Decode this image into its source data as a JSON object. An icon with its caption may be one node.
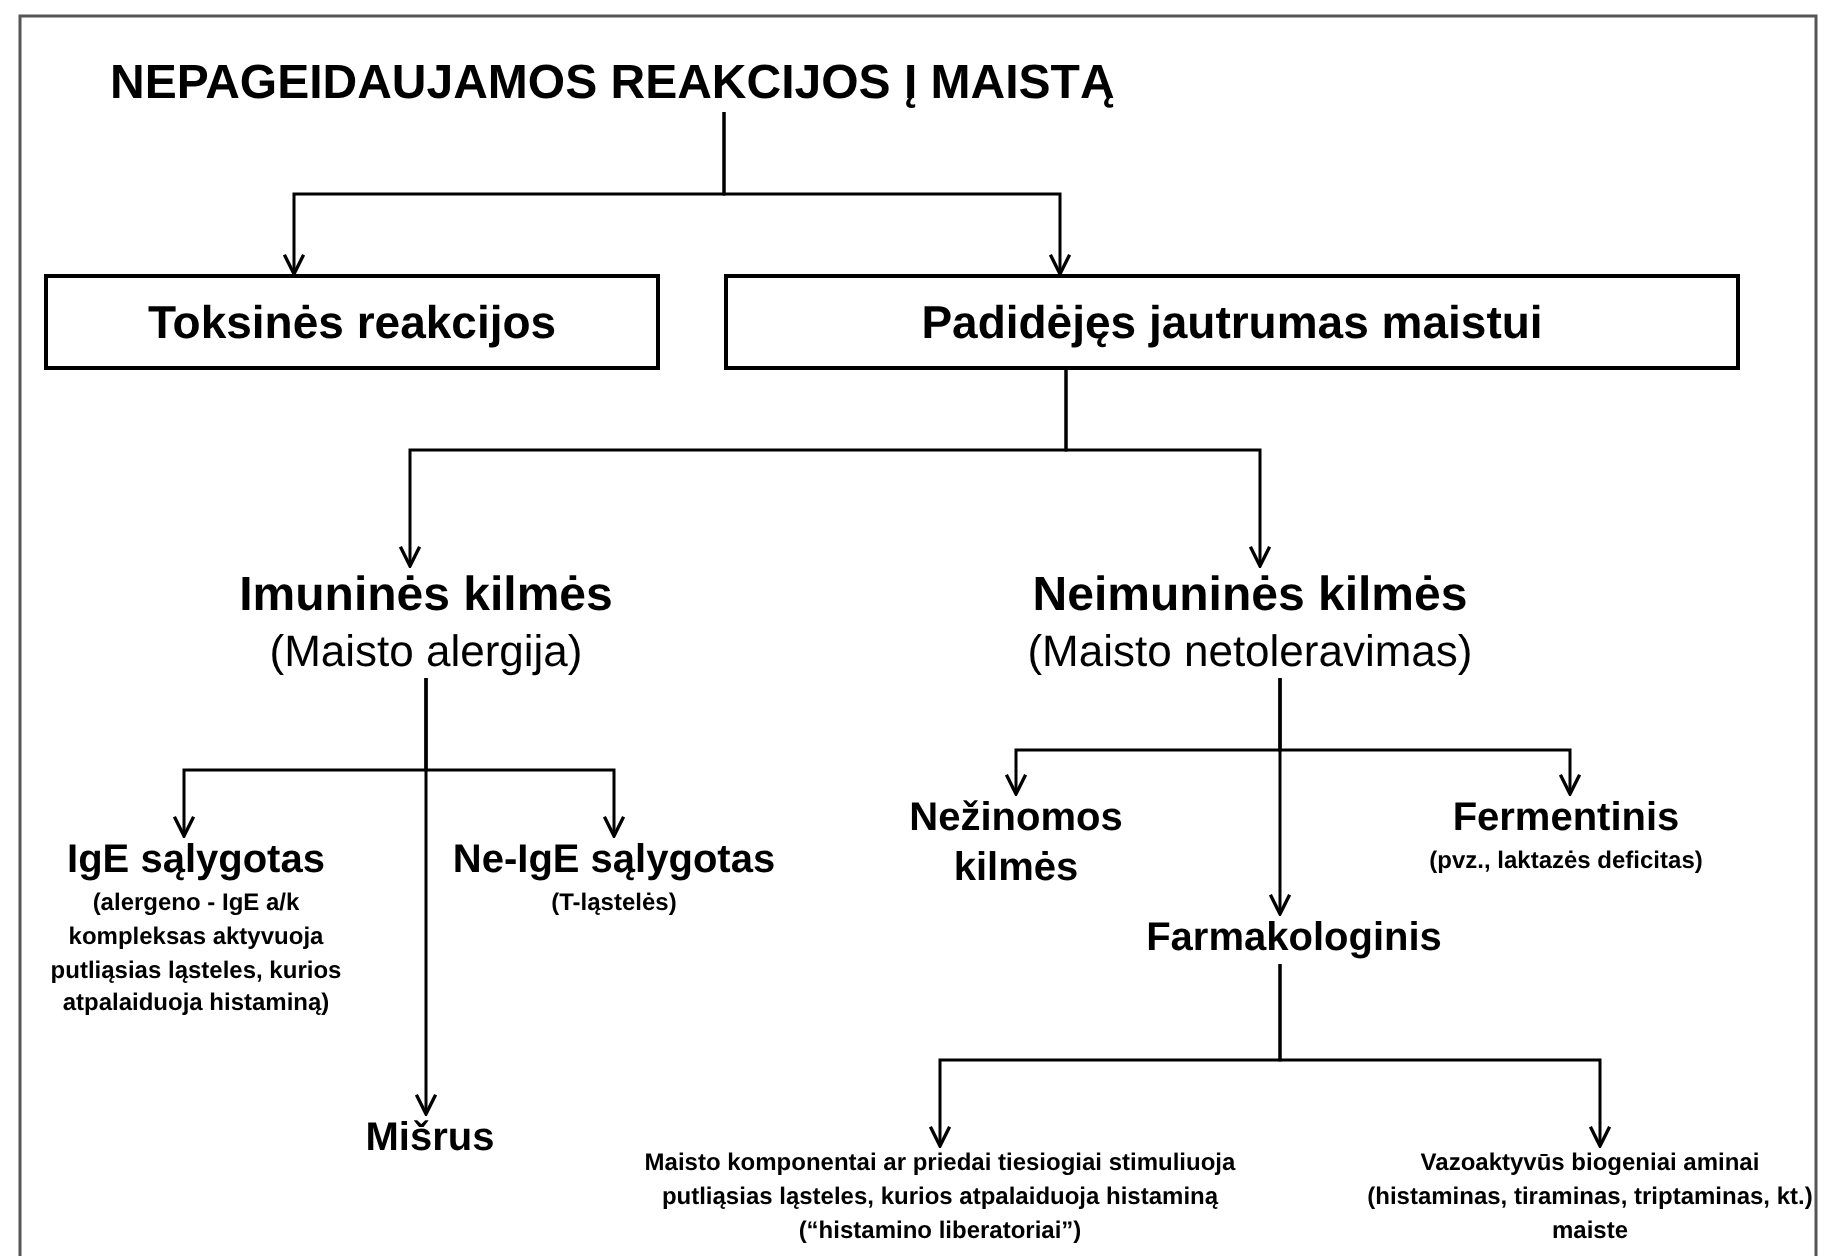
{
  "diagram": {
    "nodes": [
      {
        "text": [
          "NEPAGEIDAUJAMOS REAKCIJOS Į MAISTĄ"
        ]
      },
      {
        "text": [
          "Toksinės reakcijos"
        ]
      },
      {
        "text": [
          "Padidėjęs jautrumas maistui"
        ]
      },
      {
        "text": [
          "Imuninės kilmės",
          "(Maisto alergija)"
        ]
      },
      {
        "text": [
          "Neimuninės kilmės",
          "(Maisto netoleravimas)"
        ]
      },
      {
        "text": [
          "IgE sąlygotas",
          "(alergeno - IgE a/k kompleksas aktyvuoja putliąsias ląsteles, kurios atpalaiduoja histaminą)"
        ]
      },
      {
        "text": [
          "Ne-IgE sąlygotas",
          "(T-ląstelės)"
        ]
      },
      {
        "text": [
          "Mišrus"
        ]
      },
      {
        "text": [
          "Nežinomos kilmės"
        ]
      },
      {
        "text": [
          "Fermentinis",
          "(pvz., laktazės deficitas)"
        ]
      },
      {
        "text": [
          "Farmakologinis"
        ]
      },
      {
        "text": [
          "Maisto komponentai ar priedai tiesiogiai stimuliuoja putliąsias ląsteles, kurios atpalaiduoja histaminą (“histamino liberatoriai”)"
        ]
      },
      {
        "text": [
          "Vazoaktyvūs biogeniai aminai (histaminas, tiraminas, triptaminas, kt.) maiste"
        ]
      }
    ],
    "edges": [
      {
        "from": 0,
        "to": 1,
        "arrow": "to"
      },
      {
        "from": 0,
        "to": 2,
        "arrow": "to"
      },
      {
        "from": 2,
        "to": 3,
        "arrow": "to"
      },
      {
        "from": 2,
        "to": 4,
        "arrow": "to"
      },
      {
        "from": 3,
        "to": 5,
        "arrow": "to"
      },
      {
        "from": 3,
        "to": 6,
        "arrow": "to"
      },
      {
        "from": 3,
        "to": 7,
        "arrow": "to"
      },
      {
        "from": 4,
        "to": 8,
        "arrow": "to"
      },
      {
        "from": 4,
        "to": 9,
        "arrow": "to"
      },
      {
        "from": 4,
        "to": 10,
        "arrow": "to"
      },
      {
        "from": 10,
        "to": 11,
        "arrow": "to"
      },
      {
        "from": 10,
        "to": 12,
        "arrow": "to"
      }
    ]
  }
}
